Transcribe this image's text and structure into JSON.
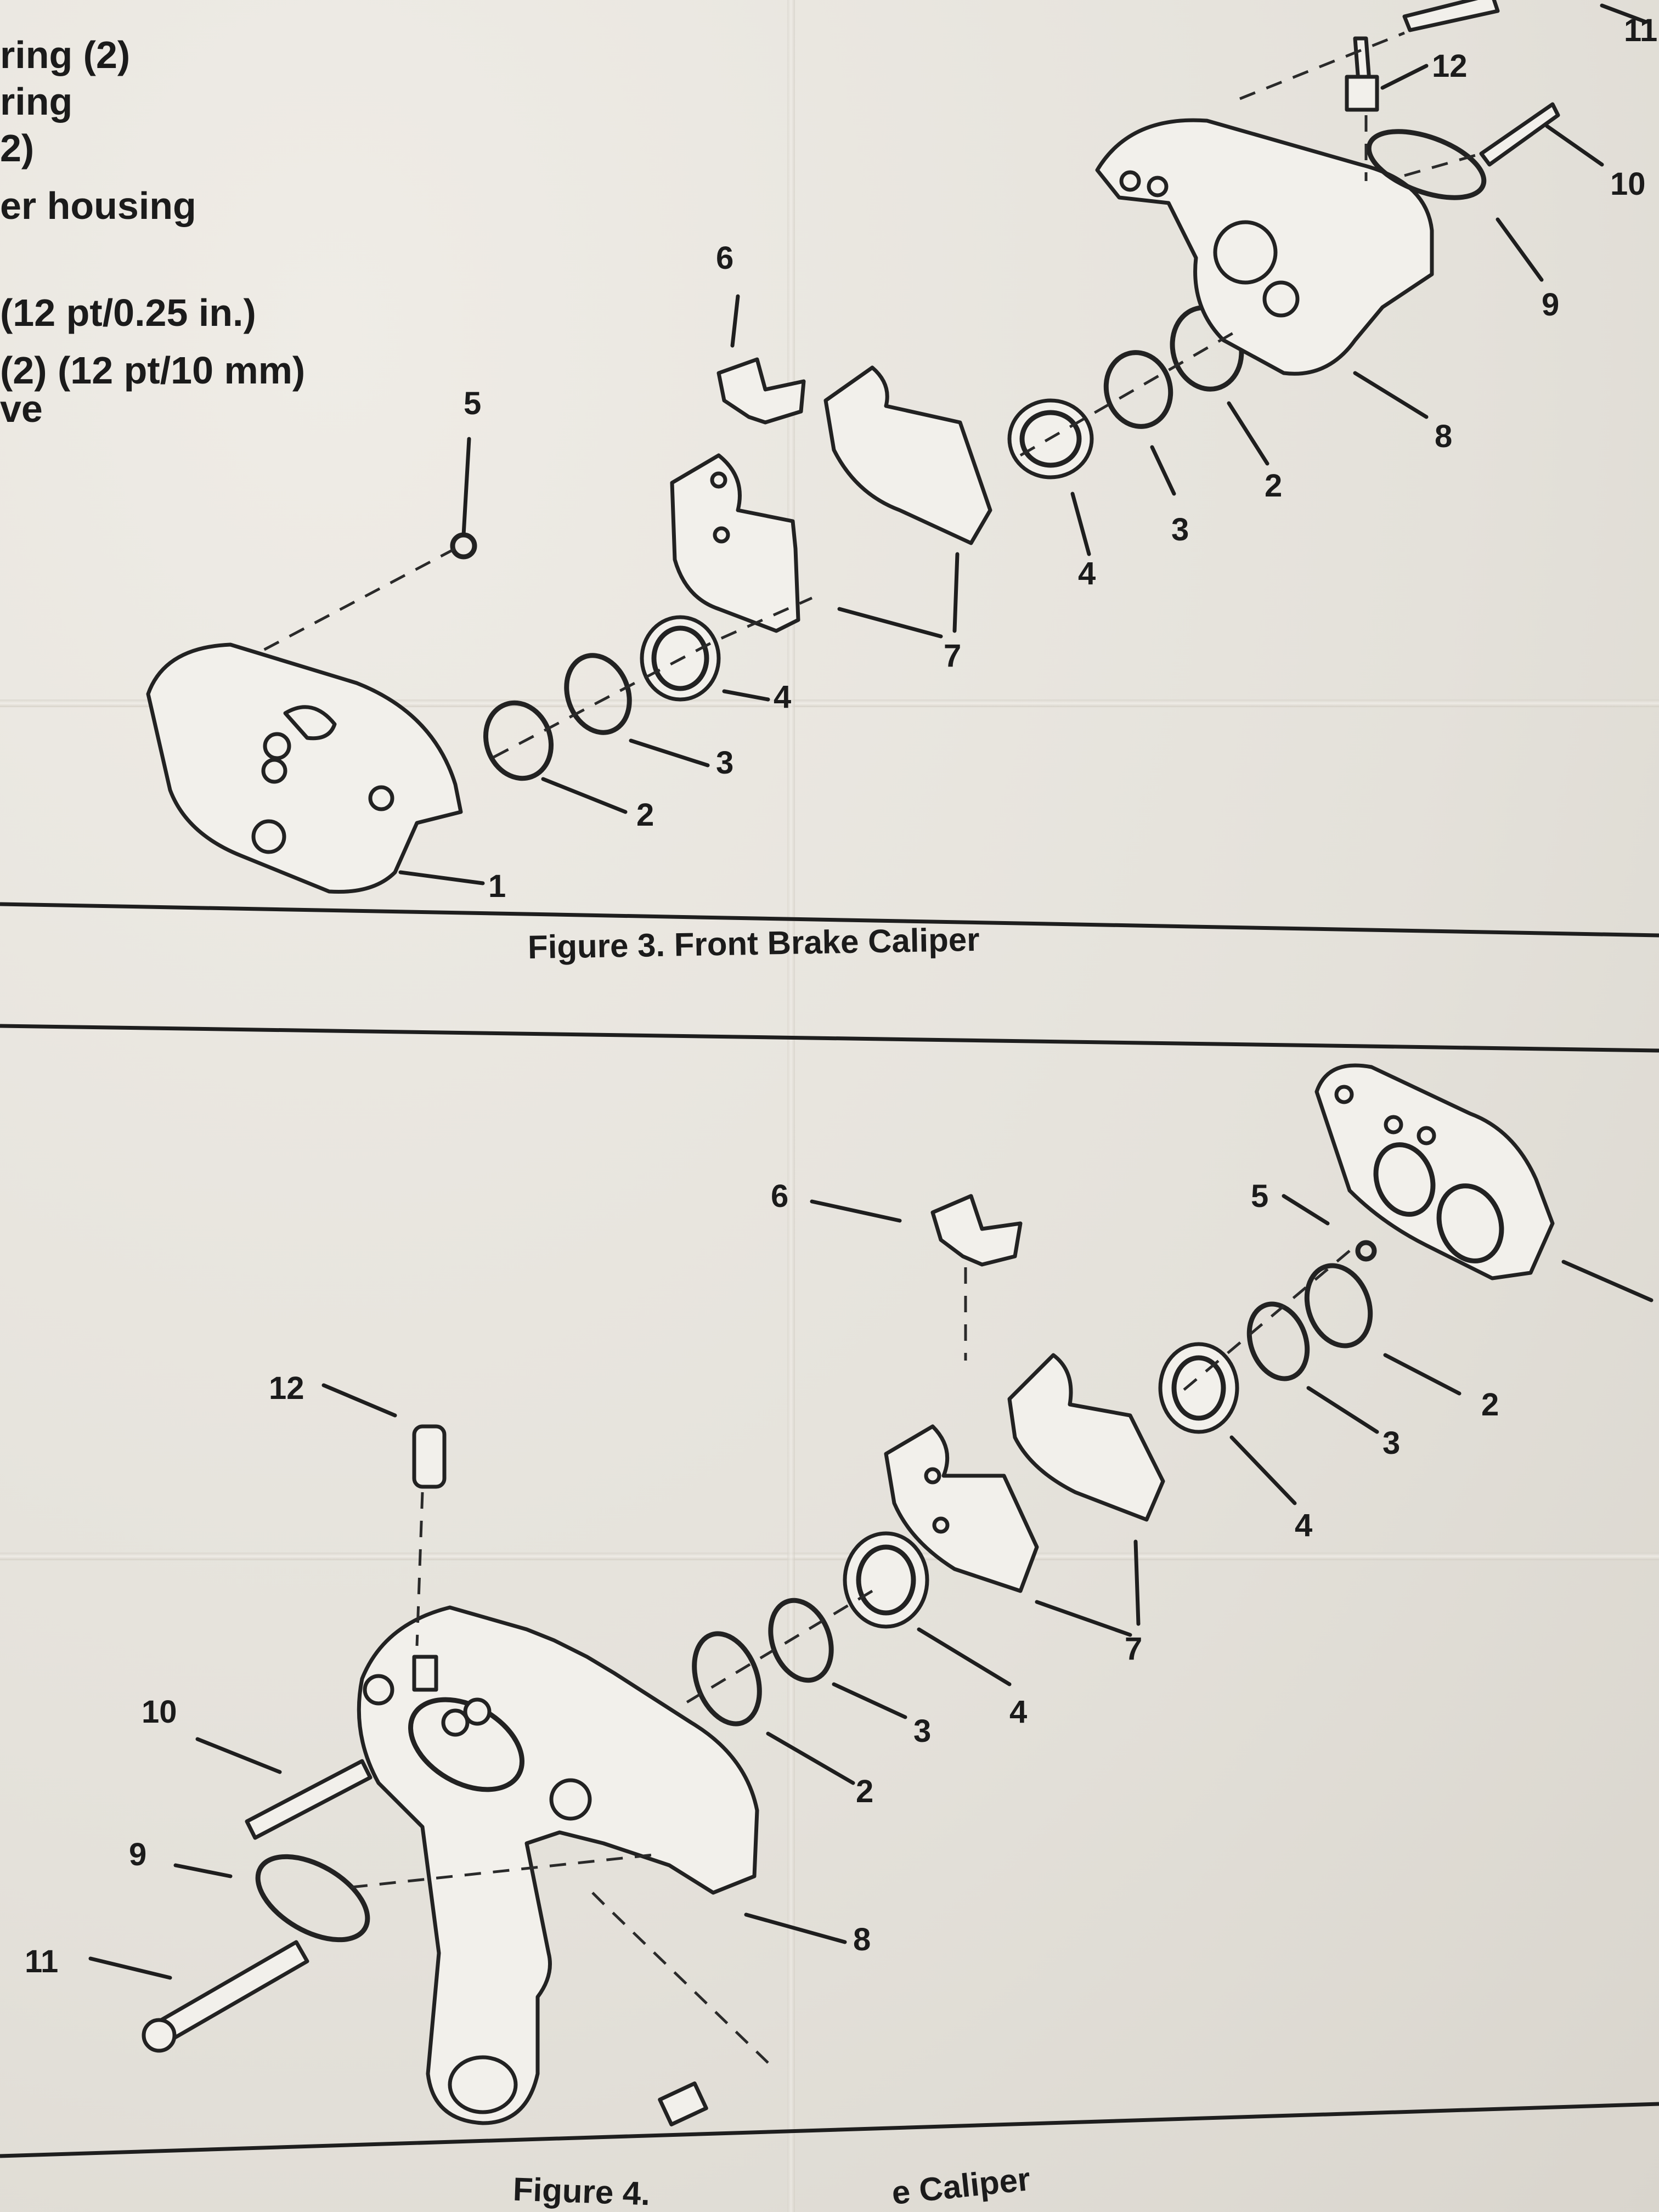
{
  "legend": {
    "line1": "ring (2)",
    "line2": "ring",
    "line3": "2)",
    "line4": "er housing",
    "line5": "(12 pt/0.25 in.)",
    "line6": "(2) (12 pt/10 mm)",
    "line7": "ve"
  },
  "figure3": {
    "caption": "Figure 3. Front Brake Caliper",
    "labels": [
      "1",
      "2",
      "3",
      "4",
      "5",
      "6",
      "7",
      "2",
      "3",
      "4",
      "7",
      "8",
      "9",
      "10",
      "11",
      "12"
    ]
  },
  "figure4": {
    "caption_left": "Figure 4.",
    "caption_right": "e Caliper",
    "labels": [
      "2",
      "3",
      "4",
      "5",
      "6",
      "7",
      "12",
      "10",
      "9",
      "11",
      "8",
      "2",
      "3",
      "4"
    ]
  }
}
